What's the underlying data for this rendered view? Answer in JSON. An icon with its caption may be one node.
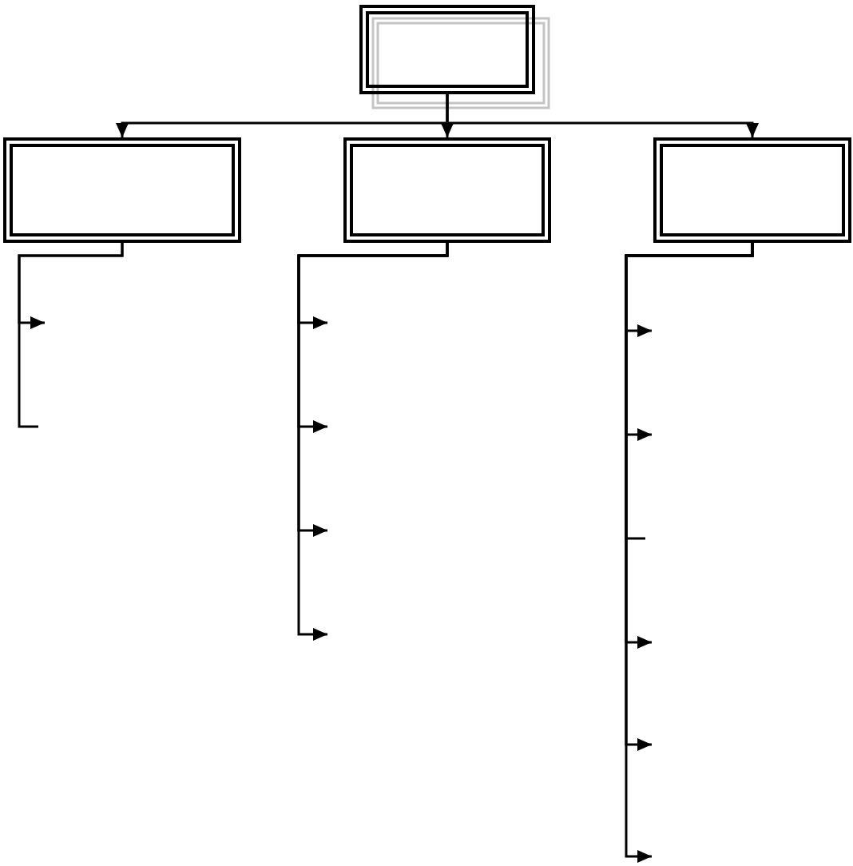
{
  "diagram": {
    "nodes": [
      {
        "text": [],
        "shape": "box"
      },
      {
        "text": [],
        "shape": "box"
      },
      {
        "text": [],
        "shape": "box"
      },
      {
        "text": [],
        "shape": "box"
      }
    ],
    "edges": [
      {
        "from": 0,
        "to": 1,
        "arrow": "to"
      },
      {
        "from": 0,
        "to": 2,
        "arrow": "to"
      },
      {
        "from": 0,
        "to": 3,
        "arrow": "to"
      },
      {
        "from": 1,
        "to": null,
        "arrow": "to"
      },
      {
        "from": 1,
        "to": null,
        "arrow": "none"
      },
      {
        "from": 2,
        "to": null,
        "arrow": "to"
      },
      {
        "from": 2,
        "to": null,
        "arrow": "to"
      },
      {
        "from": 2,
        "to": null,
        "arrow": "to"
      },
      {
        "from": 2,
        "to": null,
        "arrow": "to"
      },
      {
        "from": 3,
        "to": null,
        "arrow": "to"
      },
      {
        "from": 3,
        "to": null,
        "arrow": "to"
      },
      {
        "from": 3,
        "to": null,
        "arrow": "none"
      },
      {
        "from": 3,
        "to": null,
        "arrow": "to"
      },
      {
        "from": 3,
        "to": null,
        "arrow": "to"
      },
      {
        "from": 3,
        "to": null,
        "arrow": "to"
      }
    ]
  }
}
